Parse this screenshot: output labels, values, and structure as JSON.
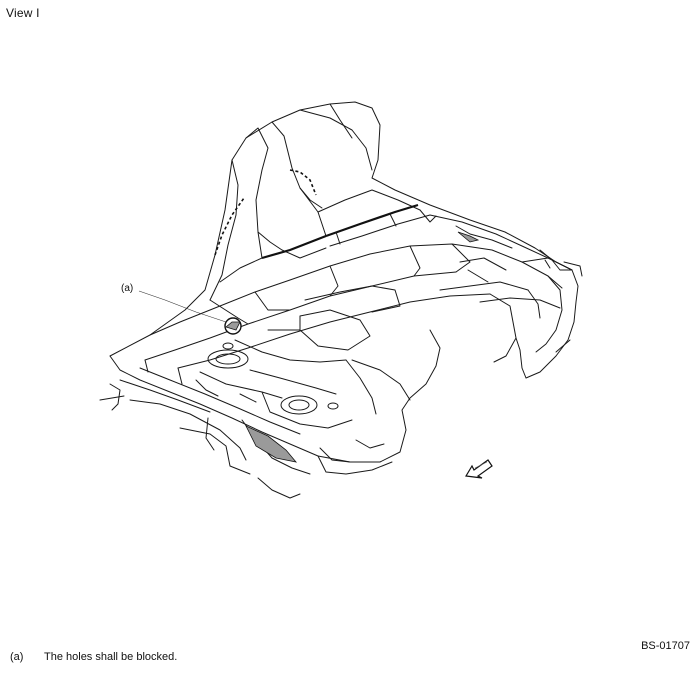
{
  "page": {
    "view_title": "View I",
    "figure_code": "BS-01707"
  },
  "callout": {
    "marker": "(a)"
  },
  "legend": [
    {
      "key": "(a)",
      "text": "The holes shall be blocked."
    }
  ]
}
